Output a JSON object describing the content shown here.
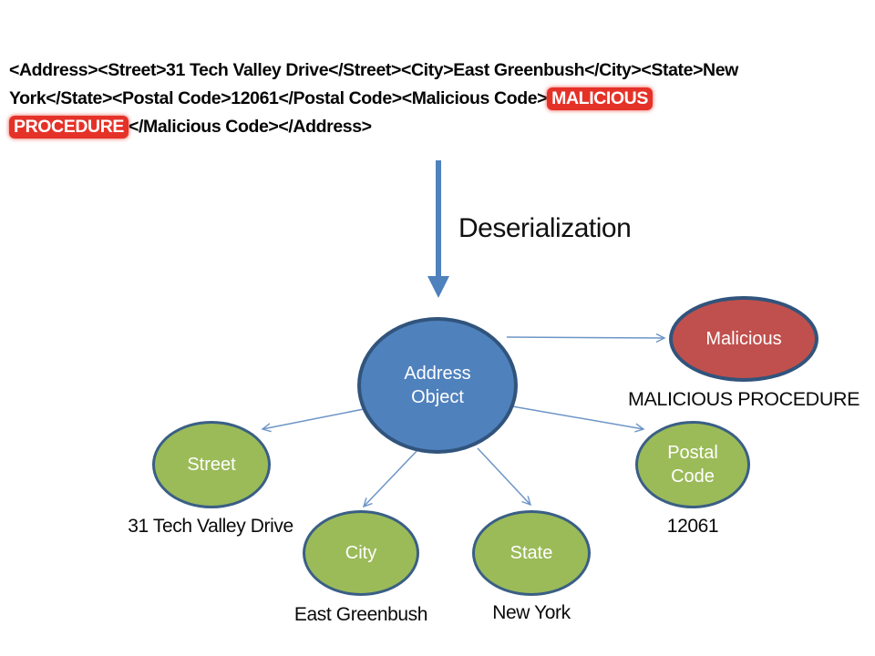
{
  "xml": {
    "line1": "<Address><Street>31 Tech Valley Drive</Street><City>East Greenbush</City><State>New",
    "line2_plain": "York</State><Postal Code>12061</Postal Code><Malicious Code>",
    "line2_highlight": "MALICIOUS",
    "line3_highlight": "PROCEDURE",
    "line3_plain": "</Malicious Code></Address>"
  },
  "arrow_label": "Deserialization",
  "nodes": {
    "address": {
      "label": "Address\nObject"
    },
    "malicious": {
      "label": "Malicious",
      "value": "MALICIOUS PROCEDURE"
    },
    "street": {
      "label": "Street",
      "value": "31 Tech Valley Drive"
    },
    "city": {
      "label": "City",
      "value": "East Greenbush"
    },
    "state": {
      "label": "State",
      "value": "New York"
    },
    "postal_code": {
      "label": "Postal\nCode",
      "value": "12061"
    }
  },
  "colors": {
    "node_blue_fill": "#4f81bd",
    "node_green_fill": "#9bbb59",
    "node_red_fill": "#c0504d",
    "node_border": "#31547c",
    "big_arrow": "#4f81bd",
    "connector": "#6d95c7",
    "highlight_background": "#e53228",
    "highlight_text": "#ffffff",
    "text": "#0a0a0a",
    "background": "#ffffff"
  }
}
